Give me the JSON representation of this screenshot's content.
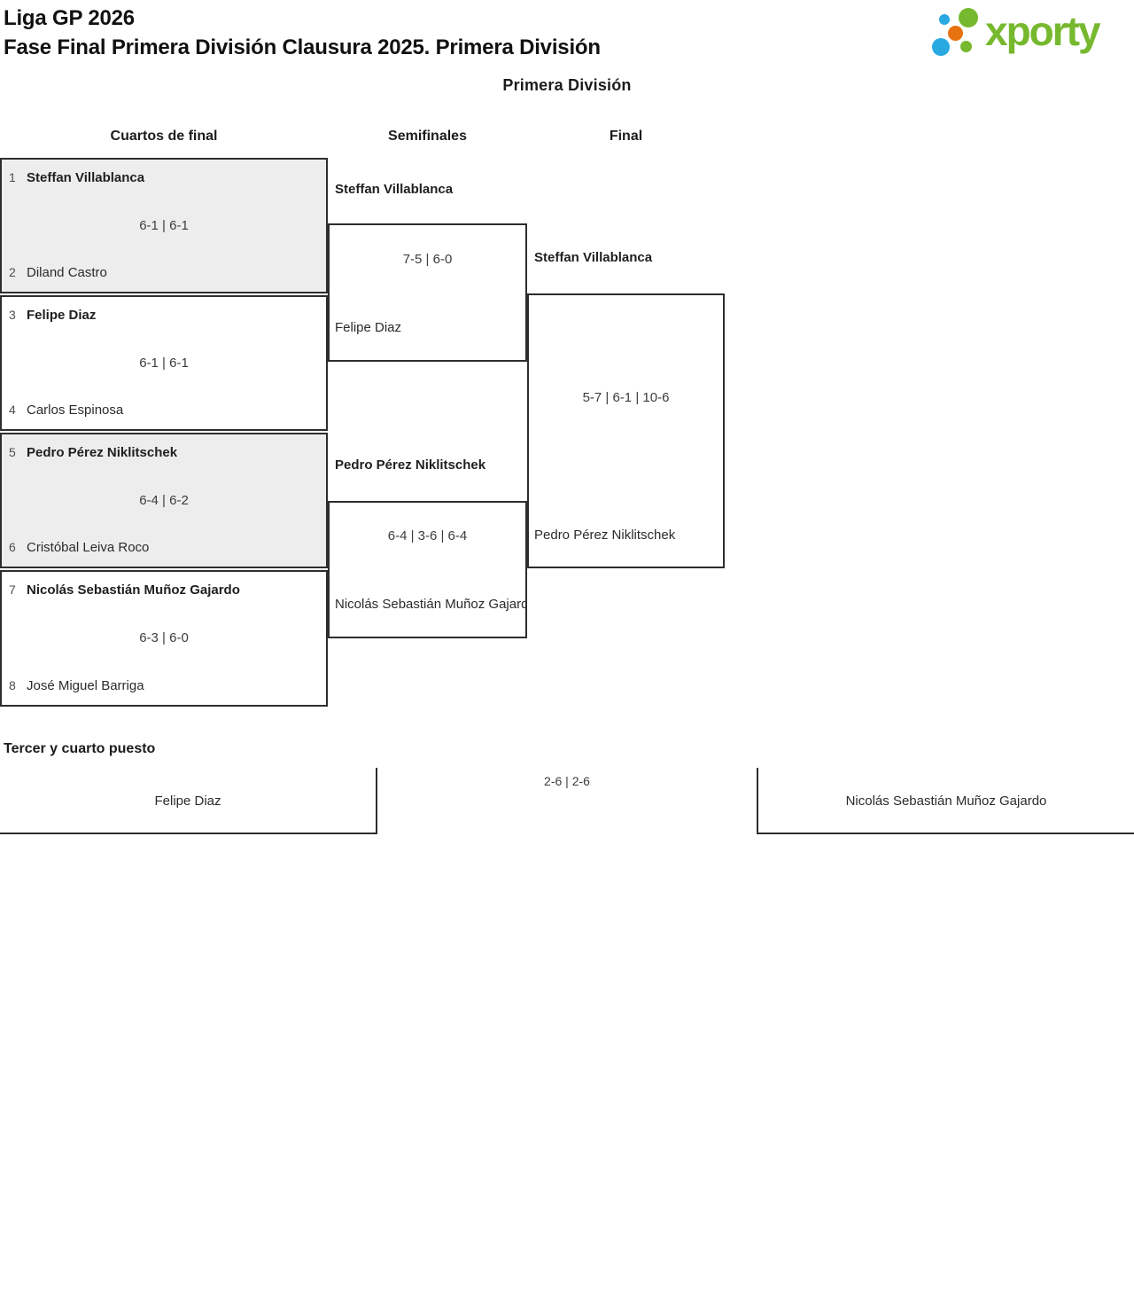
{
  "header": {
    "title_line1": "Liga GP 2026",
    "title_line2": "Fase Final Primera División Clausura 2025. Primera División",
    "logo_text": "xporty"
  },
  "division_label": "Primera División",
  "colors": {
    "brand_green": "#76b82e",
    "brand_blue": "#29a9e1",
    "brand_orange": "#e87210",
    "line": "#2d2d2d",
    "shaded_box": "#ededed"
  },
  "bracket": {
    "round_headers": {
      "quarterfinals": "Cuartos de final",
      "semifinals": "Semifinales",
      "final": "Final"
    },
    "quarterfinals": [
      {
        "seed1": "1",
        "player1": "Steffan Villablanca",
        "score": "6-1 | 6-1",
        "seed2": "2",
        "player2": "Diland Castro",
        "winner": "player1"
      },
      {
        "seed1": "3",
        "player1": "Felipe Diaz",
        "score": "6-1 | 6-1",
        "seed2": "4",
        "player2": "Carlos Espinosa",
        "winner": "player1"
      },
      {
        "seed1": "5",
        "player1": "Pedro Pérez Niklitschek",
        "score": "6-4 | 6-2",
        "seed2": "6",
        "player2": "Cristóbal Leiva Roco",
        "winner": "player1"
      },
      {
        "seed1": "7",
        "player1": "Nicolás Sebastián Muñoz Gajardo",
        "score": "6-3 | 6-0",
        "seed2": "8",
        "player2": "José Miguel Barriga",
        "winner": "player1"
      }
    ],
    "semifinals": [
      {
        "winner": "Steffan Villablanca",
        "score": "7-5 | 6-0",
        "loser": "Felipe Diaz"
      },
      {
        "winner": "Pedro Pérez Niklitschek",
        "score": "6-4 | 3-6 | 6-4",
        "loser": "Nicolás Sebastián Muñoz Gajardo"
      }
    ],
    "final": {
      "winner": "Steffan Villablanca",
      "score": "5-7 | 6-1 | 10-6",
      "loser": "Pedro Pérez Niklitschek"
    }
  },
  "third_place": {
    "heading": "Tercer y cuarto puesto",
    "left_player": "Felipe Diaz",
    "score": "2-6 | 2-6",
    "right_player": "Nicolás Sebastián Muñoz Gajardo"
  }
}
